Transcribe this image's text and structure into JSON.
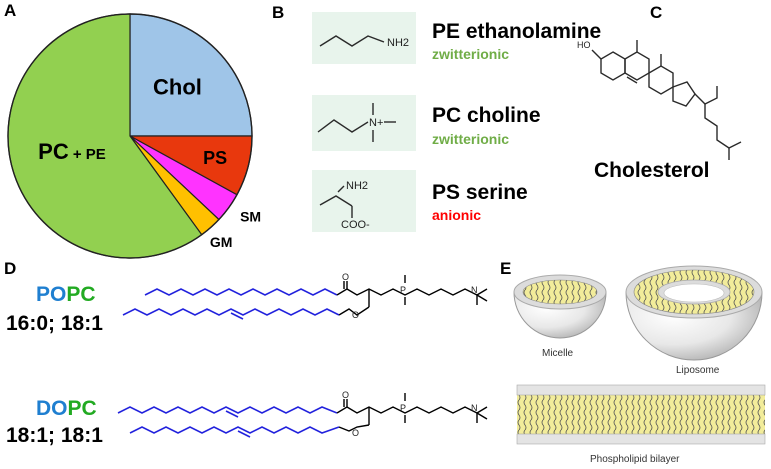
{
  "panels": {
    "a": "A",
    "b": "B",
    "c": "C",
    "d": "D",
    "e": "E"
  },
  "chart_data": {
    "type": "pie",
    "slices": [
      {
        "label": "Chol",
        "value": 25,
        "color": "#9fc5e8"
      },
      {
        "label": "PS",
        "value": 8,
        "color": "#e8380d"
      },
      {
        "label": "SM",
        "value": 4,
        "color": "#ff33ff"
      },
      {
        "label": "GM",
        "value": 3,
        "color": "#ffc000"
      },
      {
        "label": "PC",
        "label_suffix": "+ PE",
        "value": 60,
        "color": "#92d050"
      }
    ]
  },
  "headgroups": [
    {
      "name": "PE ethanolamine",
      "charge": "zwitterionic",
      "charge_color": "#70ad47",
      "group": "NH2"
    },
    {
      "name": "PC choline",
      "charge": "zwitterionic",
      "charge_color": "#70ad47",
      "group": "N+"
    },
    {
      "name": "PS serine",
      "charge": "anionic",
      "charge_color": "#ff0000",
      "group_top": "NH2",
      "group_bottom": "COO-"
    }
  ],
  "cholesterol": {
    "label": "Cholesterol",
    "color": "#1f7fd0",
    "oh": "HO"
  },
  "lipids": [
    {
      "name_a": "PO",
      "name_b": "PC",
      "chains": "16:0; 18:1"
    },
    {
      "name_a": "DO",
      "name_b": "PC",
      "chains": "18:1; 18:1"
    }
  ],
  "colors": {
    "lipid_prefix": "#1f7fd0",
    "lipid_pc": "#22aa22",
    "chain": "#2222dd"
  },
  "assemblies": {
    "micelle": "Micelle",
    "liposome": "Liposome",
    "bilayer": "Phospholipid bilayer"
  }
}
